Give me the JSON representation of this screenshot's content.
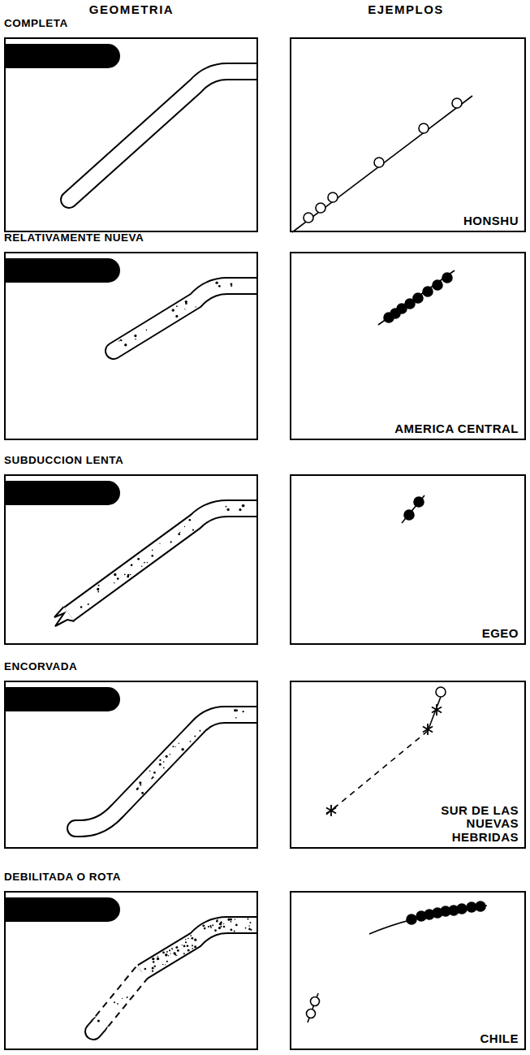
{
  "diagram": {
    "nodes": [
      {
        "text": [
          "COMPLETA"
        ]
      },
      {
        "text": [
          "HONSHU"
        ]
      },
      {
        "text": [
          "RELATIVAMENTE NUEVA"
        ]
      },
      {
        "text": [
          "AMERICA CENTRAL"
        ]
      },
      {
        "text": [
          "SUBDUCCION LENTA"
        ]
      },
      {
        "text": [
          "EGEO"
        ]
      },
      {
        "text": [
          "ENCORVADA"
        ]
      },
      {
        "text": [
          "SUR DE LAS NUEVAS HEBRIDAS"
        ]
      },
      {
        "text": [
          "DEBILITADA O ROTA"
        ]
      },
      {
        "text": [
          "CHILE"
        ]
      }
    ],
    "labels": [
      "GEOMETRIA",
      "EJEMPLOS"
    ]
  }
}
